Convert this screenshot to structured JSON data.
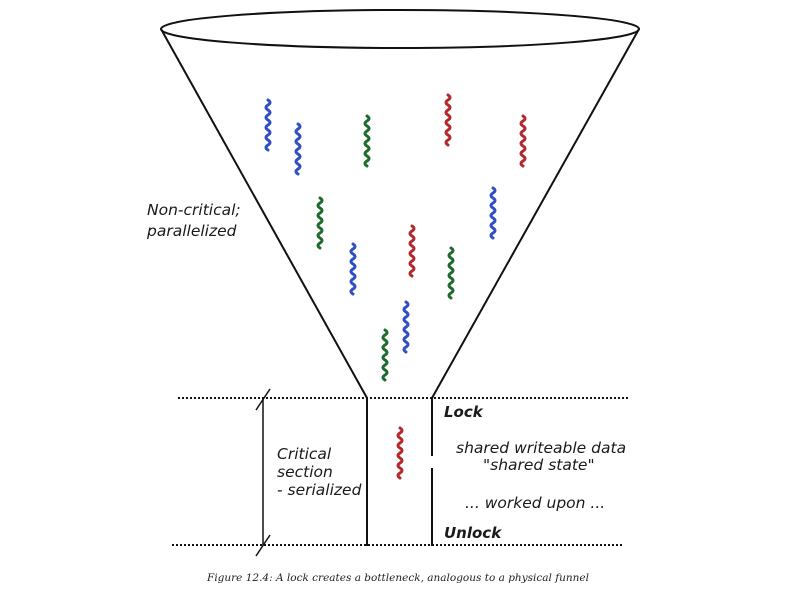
{
  "labels": {
    "noncritical_line1": "Non-critical;",
    "noncritical_line2": "parallelized",
    "critical_line1": "Critical",
    "critical_line2": "section",
    "critical_line3": "- serialized",
    "lock": "Lock",
    "shared_data": "shared writeable data",
    "shared_state": "\"shared state\"",
    "worked_upon": "... worked upon ...",
    "unlock": "Unlock"
  },
  "caption": "Figure 12.4: A lock creates a bottleneck, analogous to a physical funnel",
  "colors": {
    "outline": "#111111",
    "thread_blue": "#2f4fc4",
    "thread_red": "#b3282c",
    "thread_green": "#1f6b2e"
  },
  "threads": [
    {
      "color": "blue"
    },
    {
      "color": "blue"
    },
    {
      "color": "green"
    },
    {
      "color": "red"
    },
    {
      "color": "red"
    },
    {
      "color": "green"
    },
    {
      "color": "blue"
    },
    {
      "color": "red"
    },
    {
      "color": "green"
    },
    {
      "color": "blue"
    },
    {
      "color": "blue"
    },
    {
      "color": "green"
    },
    {
      "color": "red"
    }
  ]
}
